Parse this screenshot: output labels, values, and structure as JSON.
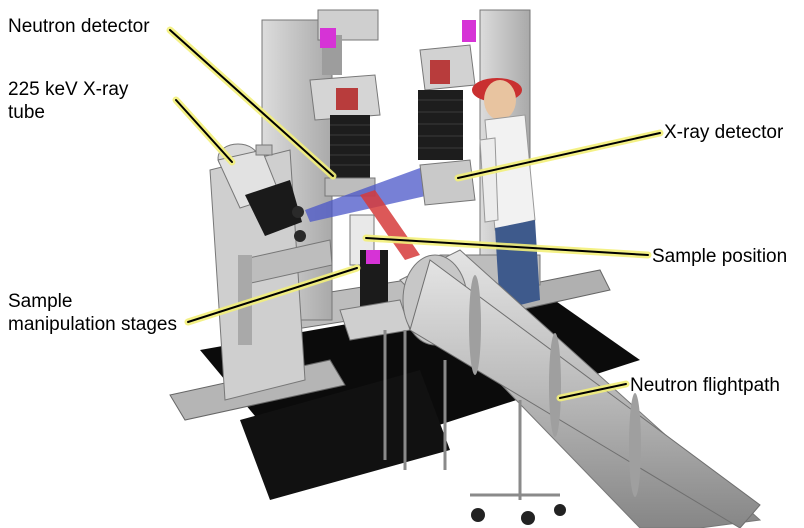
{
  "labels": {
    "neutron_detector": "Neutron detector",
    "xray_tube_line1": "225 keV X-ray",
    "xray_tube_line2": "tube",
    "xray_detector": "X-ray detector",
    "sample_position": "Sample position",
    "sample_stages_line1": "Sample",
    "sample_stages_line2": "manipulation stages",
    "neutron_flightpath": "Neutron flightpath"
  },
  "colors": {
    "leader_line": "#000000",
    "leader_glow": "#f3f07a",
    "frame_grey": "#c9c9c9",
    "frame_dark": "#8f8f8f",
    "detector_black": "#1d1d1d",
    "neutron_beam": "#d63b3b",
    "xray_beam": "#4a56c8",
    "sample_magenta": "#d633d6",
    "head_red": "#c93030",
    "shirt_white": "#f2f2f2",
    "jeans_blue": "#3e5a8c"
  }
}
